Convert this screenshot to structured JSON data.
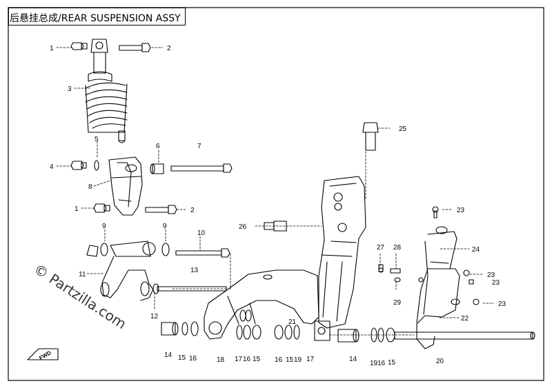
{
  "title": "后悬挂总成/REAR SUSPENSION  ASSY",
  "watermark": "© Partzilla.com",
  "fwd_label": "FWD",
  "callouts": {
    "c1a": "1",
    "c2a": "2",
    "c3": "3",
    "c4": "4",
    "c5": "5",
    "c6": "6",
    "c7": "7",
    "c8": "8",
    "c1b": "1",
    "c2b": "2",
    "c9a": "9",
    "c9b": "9",
    "c10": "10",
    "c11": "11",
    "c12": "12",
    "c13": "13",
    "c14a": "14",
    "c15a": "15",
    "c16a": "16",
    "c18": "18",
    "c17a": "17",
    "c16b": "16",
    "c15b": "15",
    "c21": "21",
    "c16c": "16",
    "c15c": "15",
    "c19a": "19",
    "c17b": "17",
    "c14b": "14",
    "c19b": "19",
    "c16d": "16",
    "c15d": "15",
    "c20": "20",
    "c22": "22",
    "c23a": "23",
    "c23b": "23",
    "c23c": "23",
    "c23d": "23",
    "c24": "24",
    "c25": "25",
    "c26": "26",
    "c27": "27",
    "c28": "28",
    "c29": "29"
  }
}
